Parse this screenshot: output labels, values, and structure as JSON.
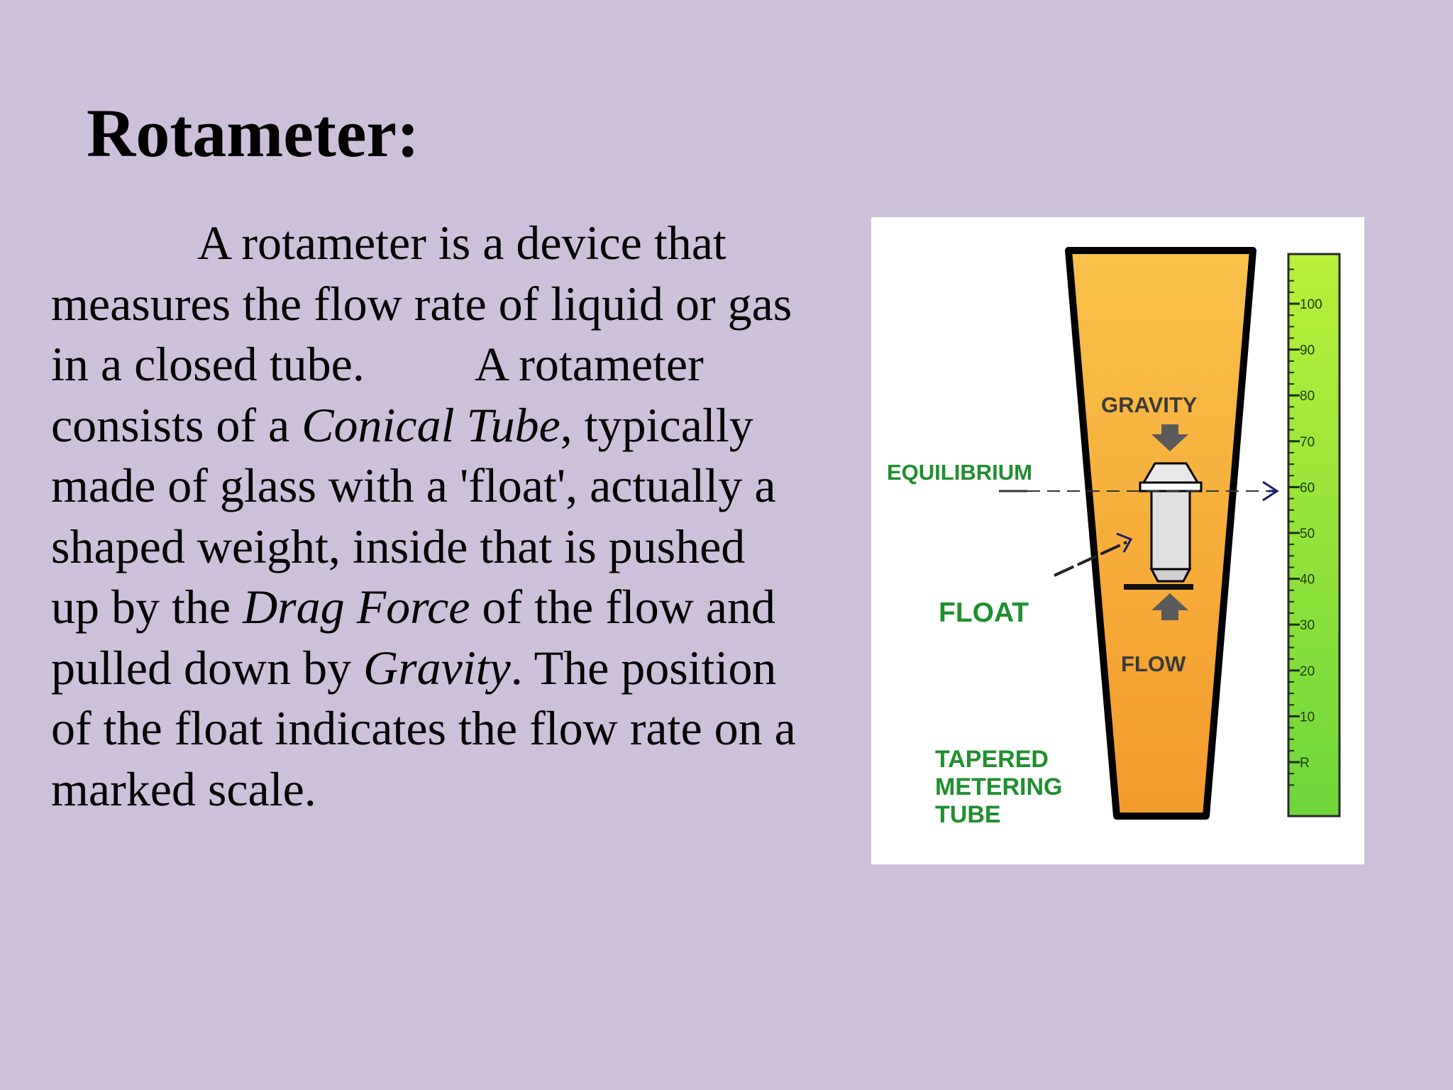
{
  "title": "Rotameter:",
  "body": {
    "l1": "A rotameter is a device that",
    "l2": "measures the flow rate of liquid or gas",
    "l3a": "in a closed tube.",
    "l3b": "A rotameter",
    "l4a": "consists of a ",
    "l4b": "Conical Tube",
    "l4c": ", typically",
    "l5": "made of glass with a 'float', actually a",
    "l6": "shaped weight, inside that is pushed",
    "l7a": "up by the ",
    "l7b": "Drag Force",
    "l7c": " of the flow and",
    "l8a": "pulled down by ",
    "l8b": "Gravity",
    "l8c": ". The position",
    "l9": "of the float indicates the flow rate on a",
    "l10": "marked scale."
  },
  "diagram": {
    "labels": {
      "gravity": "GRAVITY",
      "equilibrium": "EQUILIBRIUM",
      "float": "FLOAT",
      "flow": "FLOW",
      "tapered_line1": "TAPERED",
      "tapered_line2": "METERING",
      "tapered_line3": "TUBE"
    },
    "scale_labels": [
      "100",
      "90",
      "80",
      "70",
      "60",
      "50",
      "40",
      "30",
      "20",
      "10",
      "R"
    ],
    "float_reading": 60,
    "colors": {
      "tube_top": "#f8c24a",
      "tube_bottom": "#f49a2c",
      "scale_top": "#b8f03a",
      "scale_bottom": "#6fd63a",
      "label_green": "#1f8f2f",
      "arrow_navy": "#1c1c6e"
    }
  }
}
